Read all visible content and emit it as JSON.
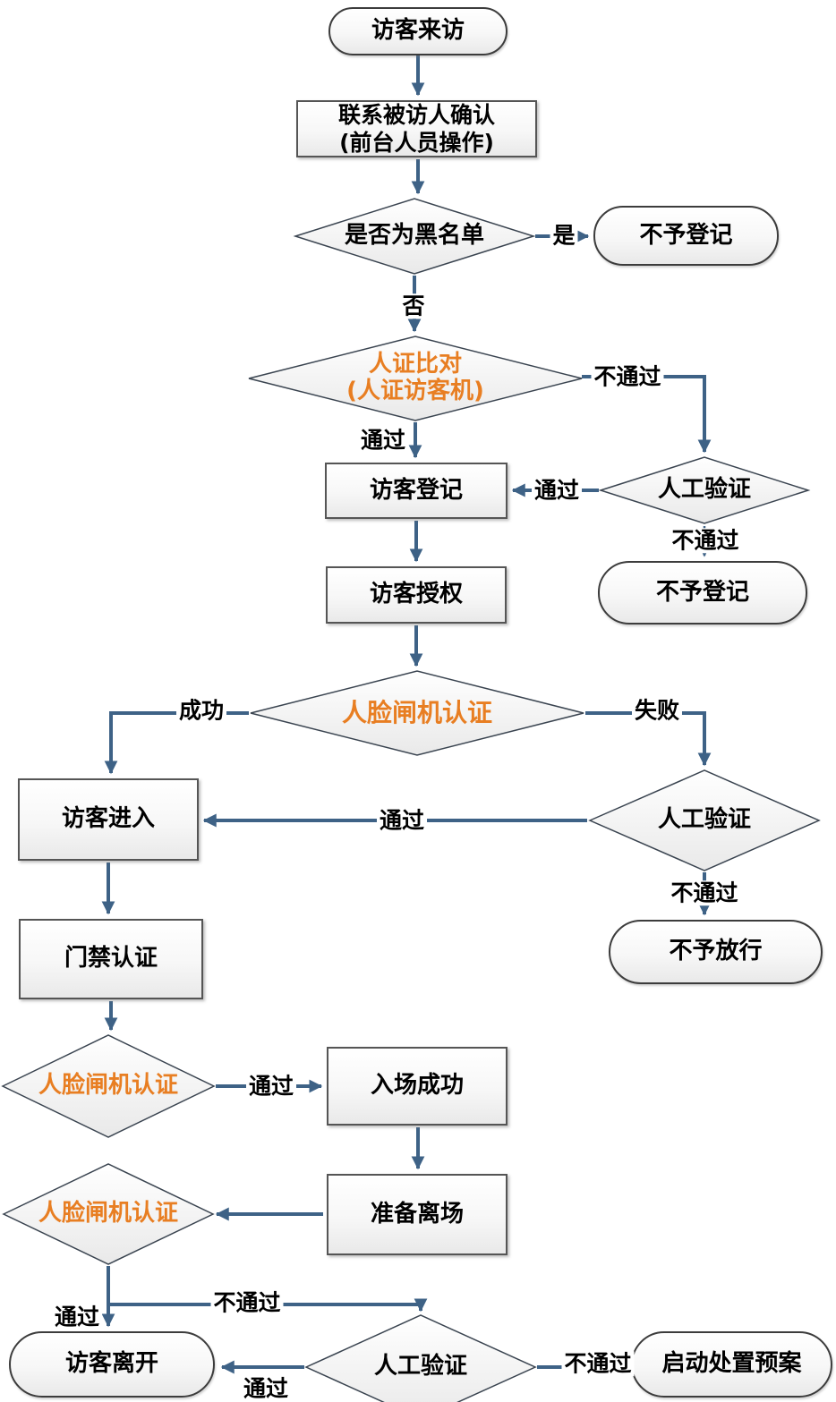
{
  "diagram": {
    "title_hint": "visitor-access-flowchart",
    "colors": {
      "arrow_line": "#3E6286",
      "highlight_text": "#E87E22",
      "shape_border": "#404040",
      "shape_fill_top": "#ffffff",
      "shape_fill_bottom": "#e9e9e9",
      "text": "#000000"
    },
    "nodes": {
      "start": {
        "label": "访客来访"
      },
      "contact": {
        "label": "联系被访人确认",
        "label2": "(前台人员操作)"
      },
      "blacklist_check": {
        "label": "是否为黑名单"
      },
      "no_register_1": {
        "label": "不予登记"
      },
      "id_compare": {
        "label": "人证比对",
        "label2": "(人证访客机)"
      },
      "visitor_register": {
        "label": "访客登记"
      },
      "manual_verify_1": {
        "label": "人工验证"
      },
      "no_register_2": {
        "label": "不予登记"
      },
      "visitor_authorize": {
        "label": "访客授权"
      },
      "face_gate_1": {
        "label": "人脸闸机认证"
      },
      "visitor_enter": {
        "label": "访客进入"
      },
      "manual_verify_2": {
        "label": "人工验证"
      },
      "no_release": {
        "label": "不予放行"
      },
      "access_auth": {
        "label": "门禁认证"
      },
      "face_gate_2": {
        "label": "人脸闸机认证"
      },
      "entry_success": {
        "label": "入场成功"
      },
      "prepare_leave": {
        "label": "准备离场"
      },
      "face_gate_3": {
        "label": "人脸闸机认证"
      },
      "visitor_leave": {
        "label": "访客离开"
      },
      "manual_verify_3": {
        "label": "人工验证"
      },
      "emergency_plan": {
        "label": "启动处置预案"
      }
    },
    "edge_labels": {
      "yes": "是",
      "no": "否",
      "pass_id": "通过",
      "fail_id": "不通过",
      "pass_mv1": "通过",
      "fail_mv1": "不通过",
      "success": "成功",
      "fail": "失败",
      "pass_mv2": "通过",
      "fail_mv2": "不通过",
      "pass_face2": "通过",
      "pass_face3": "通过",
      "fail_face3": "不通过",
      "pass_mv3": "通过",
      "fail_mv3": "不通过"
    }
  }
}
